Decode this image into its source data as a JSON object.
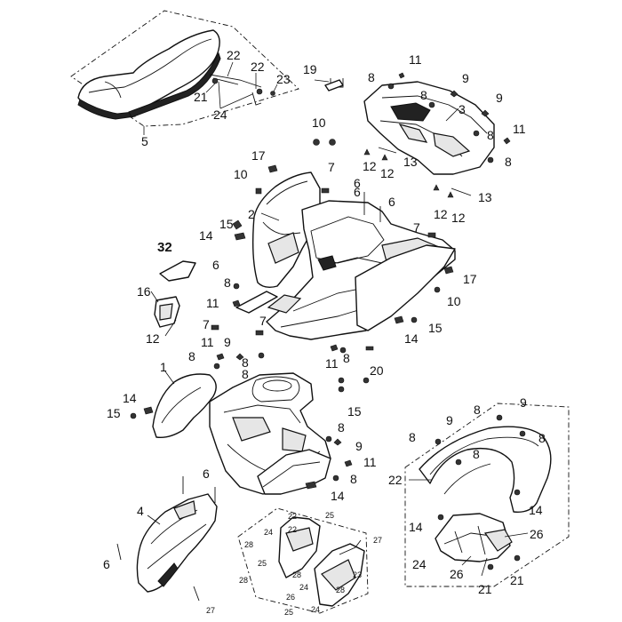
{
  "diagram": {
    "callouts": {
      "seat": "5",
      "seat_bracket_a": "22",
      "seat_bracket_b": "22",
      "seat_bolt": "21",
      "seat_spacer": "24",
      "seat_screw": "23",
      "rod": "19",
      "rear_box": "3",
      "front_fender": "1",
      "rear_fender_left": "2",
      "front_cover": "4",
      "reflector_pad": "32",
      "side_panel": "16",
      "small_fender": "22",
      "small_fender_14a": "14",
      "small_fender_14b": "14",
      "small_fender_26a": "26",
      "small_fender_26b": "26",
      "small_fender_24": "24",
      "small_fender_21a": "21",
      "small_fender_21b": "21",
      "small_fender_8a": "8",
      "small_fender_8b": "8",
      "small_fender_8c": "8",
      "small_fender_8d": "8",
      "small_fender_9a": "9",
      "small_fender_9b": "9"
    },
    "labels": [
      "11",
      "8",
      "9",
      "8",
      "9",
      "8",
      "11",
      "8",
      "13",
      "12",
      "12",
      "13",
      "12",
      "12",
      "10",
      "10",
      "17",
      "7",
      "6",
      "6",
      "6",
      "7",
      "15",
      "14",
      "17",
      "10",
      "8",
      "11",
      "12",
      "7",
      "7",
      "8",
      "11",
      "9",
      "8",
      "6",
      "14",
      "15",
      "11",
      "8",
      "20",
      "15",
      "14",
      "15",
      "8",
      "9",
      "11",
      "8",
      "14",
      "6",
      "6",
      "27",
      "25",
      "28",
      "24",
      "25",
      "28",
      "22",
      "27",
      "28",
      "24",
      "25",
      "23",
      "28",
      "24",
      "26",
      "22",
      "8"
    ]
  }
}
